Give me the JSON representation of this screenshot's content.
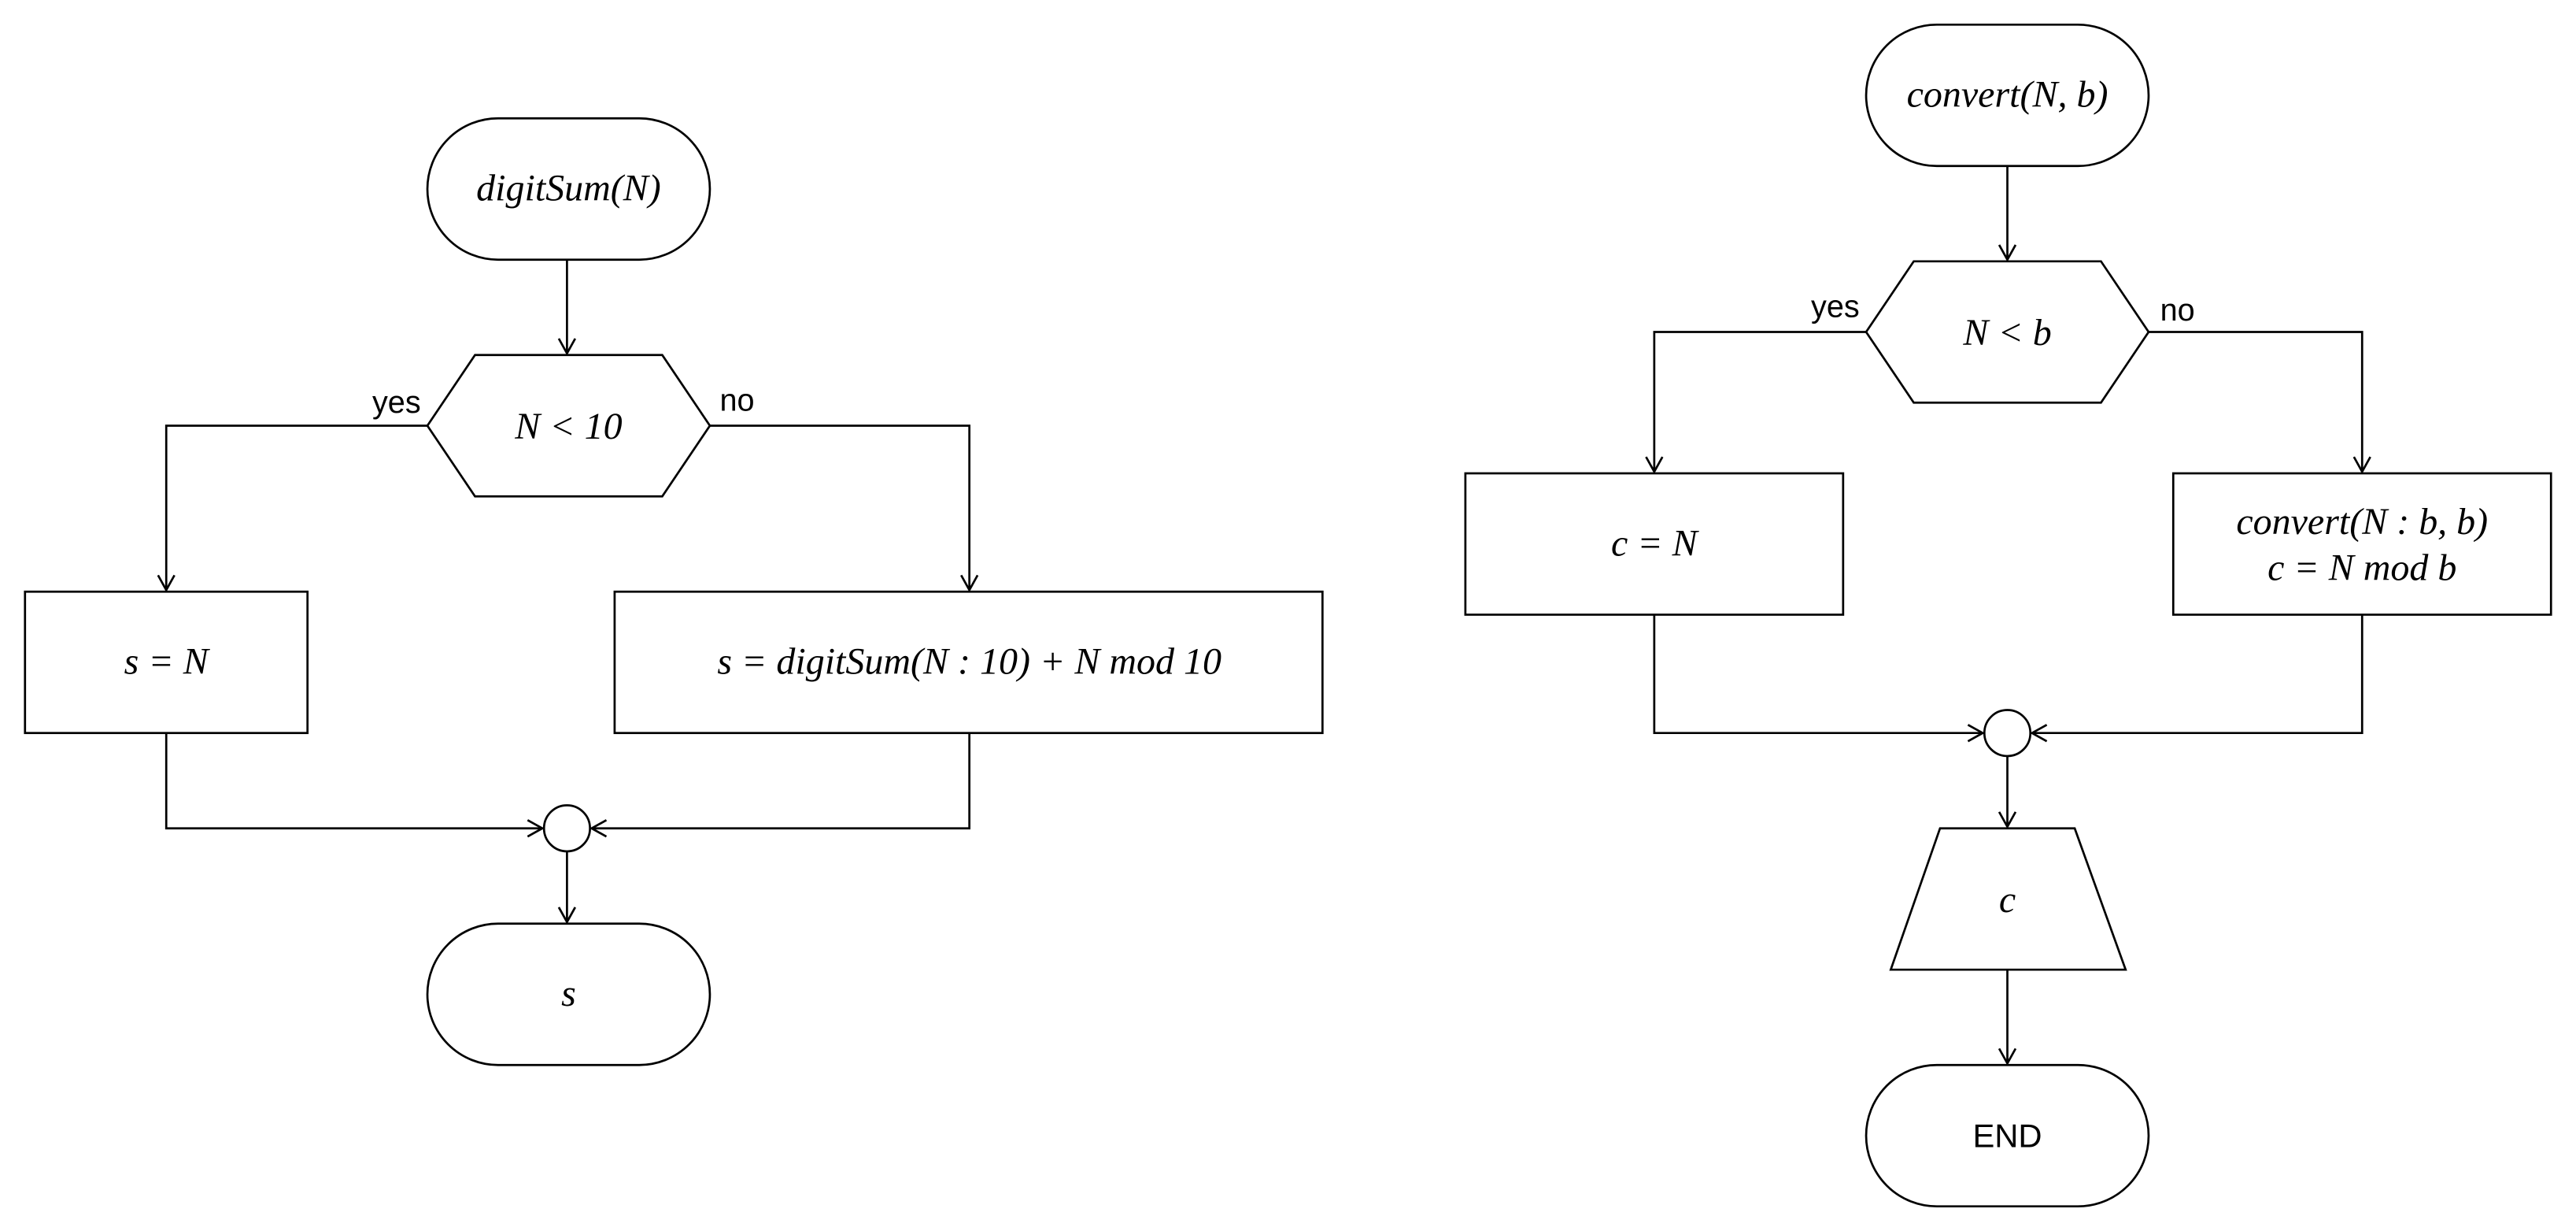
{
  "digit_sum_chart": {
    "start": "digitSum(N)",
    "decision": "N < 10",
    "yes_label": "yes",
    "no_label": "no",
    "yes_box": "s = N",
    "no_box": "s = digitSum(N : 10) + N mod 10",
    "end": "s"
  },
  "convert_chart": {
    "start": "convert(N, b)",
    "decision": "N < b",
    "yes_label": "yes",
    "no_label": "no",
    "yes_box": "c = N",
    "no_box_line1": "convert(N : b, b)",
    "no_box_line2": "c = N mod b",
    "output": "c",
    "end": "END"
  }
}
